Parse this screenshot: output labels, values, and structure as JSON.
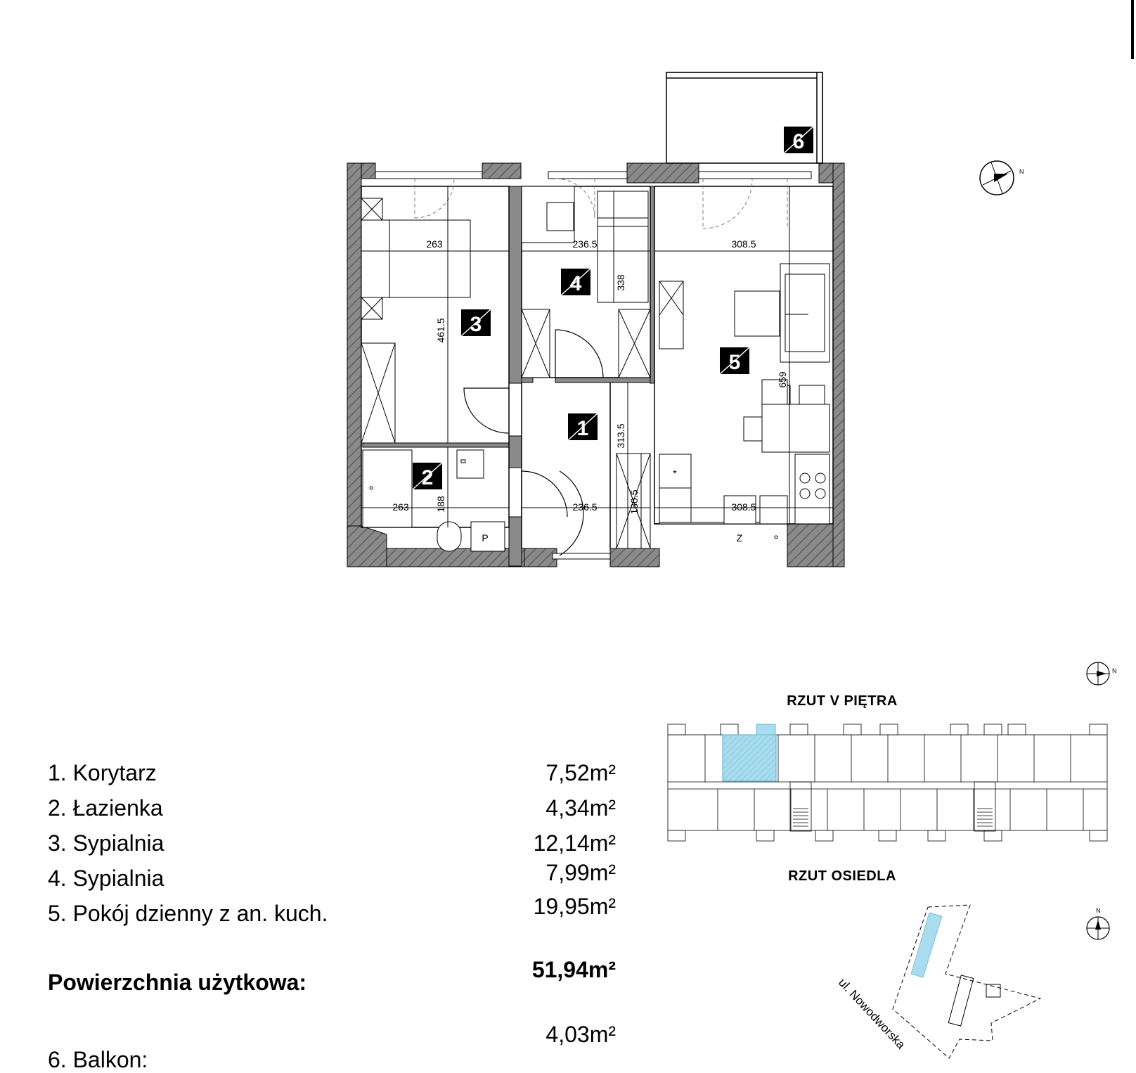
{
  "rooms": [
    {
      "number": "1",
      "label": "1. Korytarz",
      "area": "7,52m²"
    },
    {
      "number": "2",
      "label": "2. Łazienka",
      "area": "4,34m²"
    },
    {
      "number": "3",
      "label": "3. Sypialnia",
      "area": "12,14m²"
    },
    {
      "number": "4",
      "label": "4. Sypialnia",
      "area": "7,99m²"
    },
    {
      "number": "5",
      "label": "5. Pokój dzienny z an. kuch.",
      "area": "19,95m²"
    }
  ],
  "total": {
    "label": "Powierzchnia użytkowa:",
    "area": "51,94m²"
  },
  "balcony": {
    "number": "6",
    "label": "6. Balkon:",
    "area": "4,03m²"
  },
  "dimensions": {
    "room3_width": "263",
    "room3_depth": "461.5",
    "room4_width": "236.5",
    "room4_depth": "338",
    "room5_width": "308.5",
    "room5_depth": "659",
    "room1_depth": "313.5",
    "room1_width": "236.5",
    "room2_width": "263",
    "room2_depth": "188",
    "kitchen_width": "308.5",
    "kitchen_depth": "180.5"
  },
  "fixtures": {
    "wc_letter": "P",
    "fridge_letter": "Z",
    "oven_mark": "*"
  },
  "compass": {
    "north_letter": "N"
  },
  "floor_plan_caption": "RZUT V PIĘTRA",
  "site_plan_caption": "RZUT OSIEDLA",
  "street_name": "ul. Nowodworska",
  "colors": {
    "highlight": "#a8dcee",
    "highlight_stroke": "#6fb8d4",
    "wall_fill": "#8a8a8a"
  }
}
